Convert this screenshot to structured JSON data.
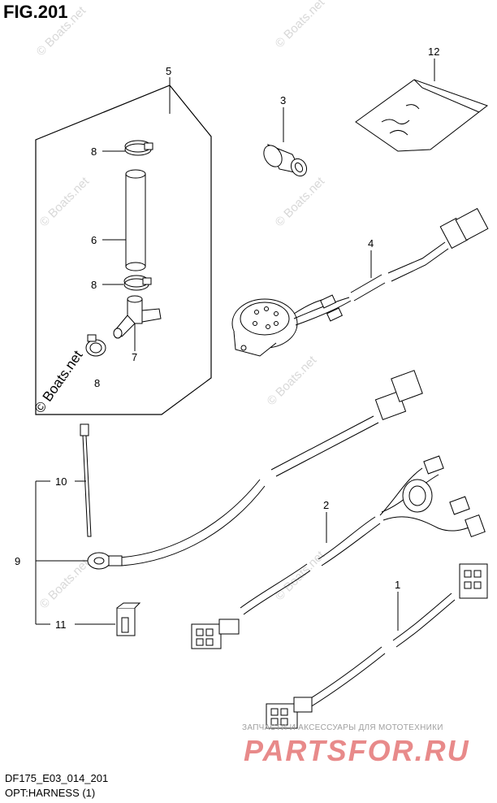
{
  "figure_title": "FIG.201",
  "callouts": {
    "c1": "1",
    "c2": "2",
    "c3": "3",
    "c4": "4",
    "c5": "5",
    "c6": "6",
    "c7": "7",
    "c8a": "8",
    "c8b": "8",
    "c8c": "8",
    "c9": "9",
    "c10": "10",
    "c11": "11",
    "c12": "12"
  },
  "watermark_text": "© Boats.net",
  "promo_text": "ЗАПЧАСТИ И АКСЕССУАРЫ ДЛЯ МОТОТЕХНИКИ",
  "brand_text": "PARTSFOR.RU",
  "footer": {
    "code": "DF175_E03_014_201",
    "caption": "OPT:HARNESS (1)"
  }
}
